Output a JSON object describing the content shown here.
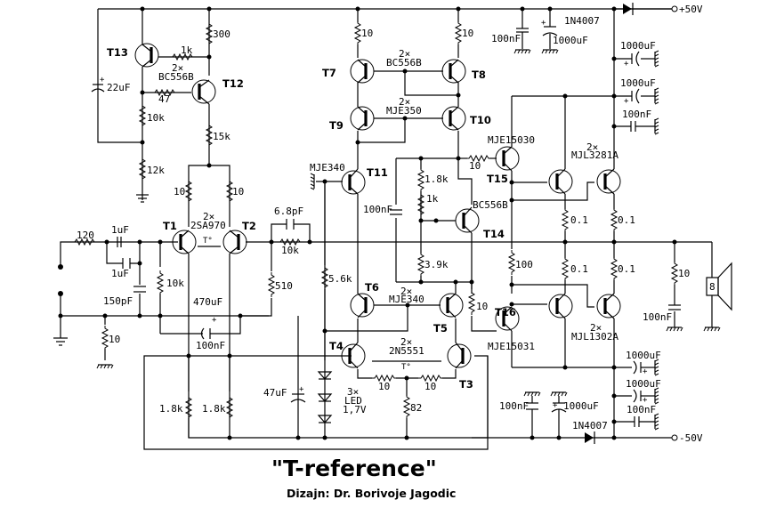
{
  "title": "\"T-reference\"",
  "subtitle": "Dizajn: Dr. Borivoje Jagodic",
  "supply": {
    "positive": "+50V",
    "negative": "-50V"
  },
  "transistors": {
    "T1": "T1",
    "T2": "T2",
    "T3": "T3",
    "T4": "T4",
    "T5": "T5",
    "T6": "T6",
    "T7": "T7",
    "T8": "T8",
    "T9": "T9",
    "T10": "T10",
    "T11": "T11",
    "T12": "T12",
    "T13": "T13",
    "T14": "T14",
    "T15": "T15",
    "T16": "T16"
  },
  "parts": {
    "pair_T12_T13": [
      "2×",
      "BC556B"
    ],
    "pair_T1_T2": [
      "2×",
      "2SA970"
    ],
    "pair_T7_T8": [
      "2×",
      "BC556B"
    ],
    "pair_T9_T10": [
      "2×",
      "MJE350"
    ],
    "pair_T5_T6": [
      "2×",
      "MJE340"
    ],
    "pair_T3_T4": [
      "2×",
      "2N5551"
    ],
    "pair_out_pos": [
      "2×",
      "MJL3281A"
    ],
    "pair_out_neg": [
      "2×",
      "MJL1302A"
    ],
    "T11": "MJE340",
    "T14": "BC556B",
    "T15": "MJE15030",
    "T16": "MJE15031",
    "thermal": "T°",
    "leds": [
      "3×",
      "LED",
      "1,7V"
    ],
    "diode": "1N4007"
  },
  "values": {
    "r300": "300",
    "r1k_t13": "1k",
    "r47": "47",
    "r10k_t13": "10k",
    "r15k": "15k",
    "r12k": "12k",
    "c22u": "22uF",
    "r10_t1": "10",
    "r10_t2": "10",
    "r120": "120",
    "c1u_a": "1uF",
    "c1u_b": "1uF",
    "c150p": "150pF",
    "r10k_in": "10k",
    "c470u": "470uF",
    "c100n_fb": "100nF",
    "r510": "510",
    "c6p8": "6.8pF",
    "r10k_fb": "10k",
    "r10_gnd": "10",
    "r1k8_a": "1.8k",
    "r1k8_b": "1.8k",
    "c47u": "47uF",
    "r10_e4": "10",
    "r10_e3": "10",
    "r82": "82",
    "r10_t7": "10",
    "r10_t8": "10",
    "c100n_top": "100nF",
    "c1000u_top": "1000uF",
    "r5k6": "5.6k",
    "c100n_vbe": "100nF",
    "r1k8_vbe": "1.8k",
    "pot1k": "1k",
    "r3k9": "3.9k",
    "r10_t15": "10",
    "r10_t16": "10",
    "r100": "100",
    "re_01_a": "0.1",
    "re_01_b": "0.1",
    "re_01_c": "0.1",
    "re_01_d": "0.1",
    "rz10": "10",
    "cz100n": "100nF",
    "speaker": "8",
    "cp1": "1000uF",
    "cp2": "1000uF",
    "cp3": "100nF",
    "cn1": "1000uF",
    "cn2": "1000uF",
    "cn3": "100nF",
    "c100n_bot": "100nF",
    "c1000u_bot": "1000uF"
  }
}
